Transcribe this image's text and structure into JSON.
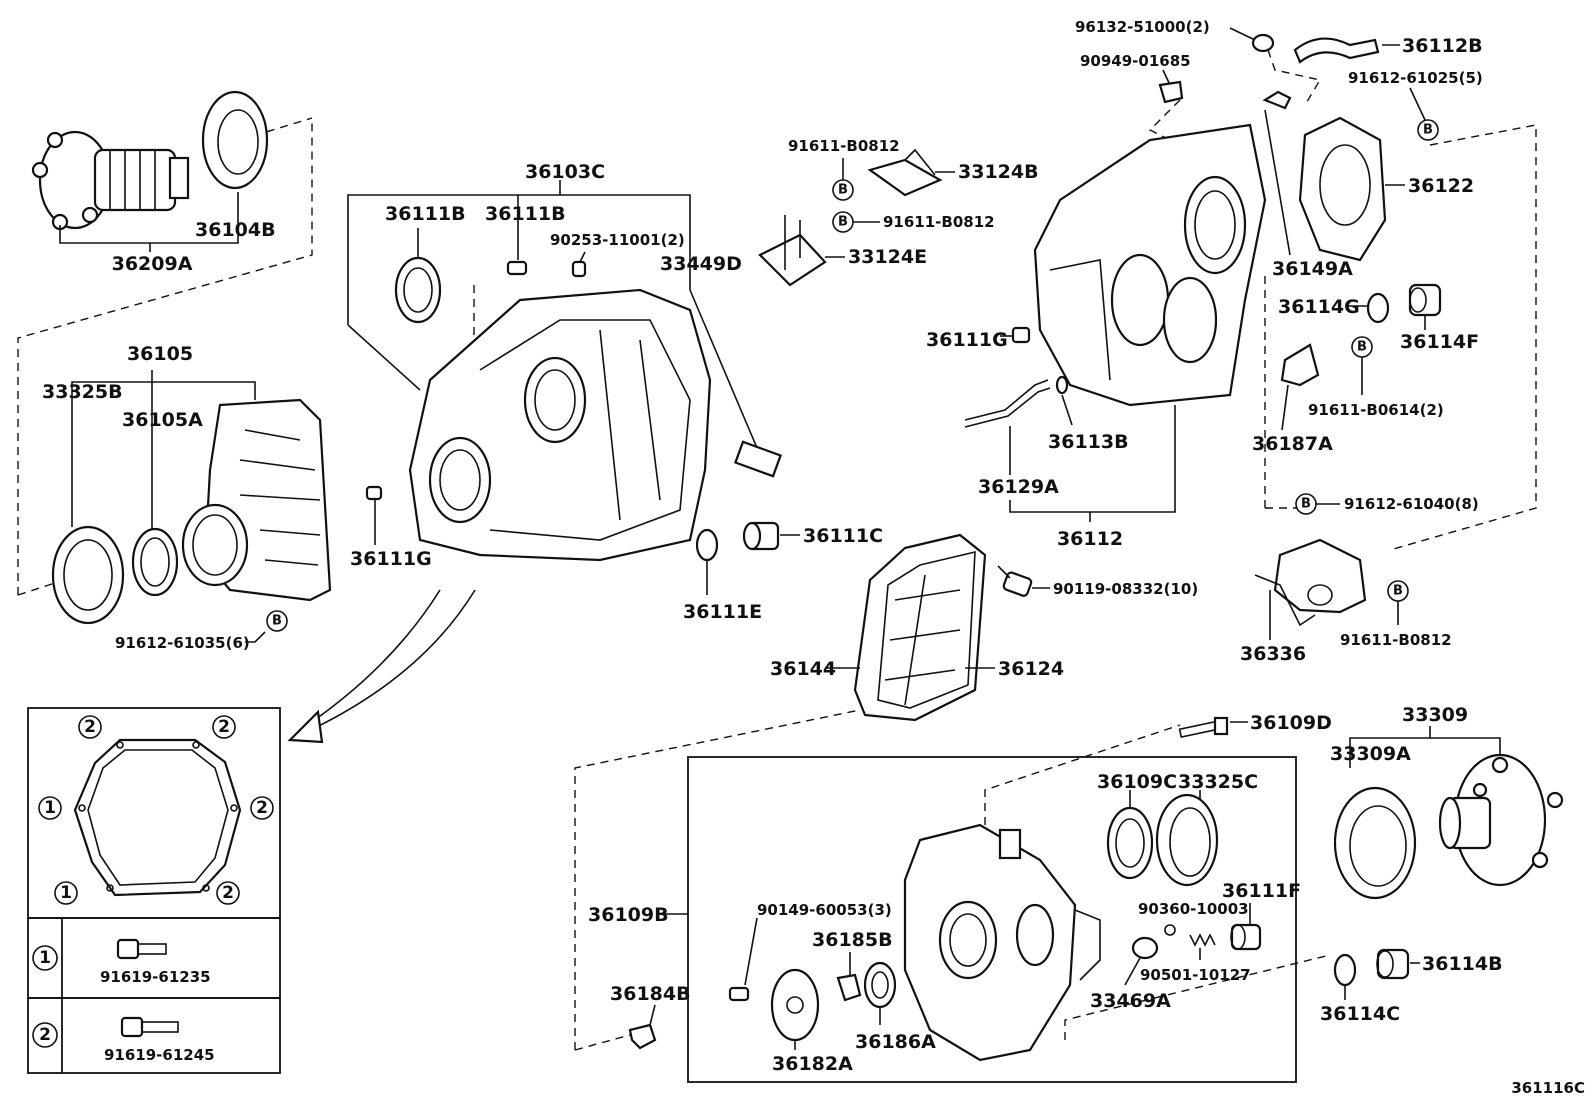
{
  "labels": {
    "p36209A": "36209A",
    "p36104B": "36104B",
    "p36103C": "36103C",
    "p36111B_a": "36111B",
    "p36111B_b": "36111B",
    "p90253": "90253-11001(2)",
    "p33449D": "33449D",
    "p91611_B0812_a": "91611-B0812",
    "p33124B": "33124B",
    "p91611_B0812_b": "91611-B0812",
    "p33124E": "33124E",
    "p96132": "96132-51000(2)",
    "p36112B": "36112B",
    "p90949": "90949-01685",
    "p91612_61025": "91612-61025(5)",
    "p36122": "36122",
    "p36149A": "36149A",
    "p36114G": "36114G",
    "p36114F": "36114F",
    "p36111G_a": "36111G",
    "p91611_B0614": "91611-B0614(2)",
    "p36187A": "36187A",
    "p36113B": "36113B",
    "p36129A": "36129A",
    "p36112": "36112",
    "p91612_61040": "91612-61040(8)",
    "p36105": "36105",
    "p33325B": "33325B",
    "p36105A": "36105A",
    "p36111G_b": "36111G",
    "p91612_61035": "91612-61035(6)",
    "p36111C": "36111C",
    "p36111E": "36111E",
    "p90119": "90119-08332(10)",
    "p36144": "36144",
    "p36124": "36124",
    "p36336": "36336",
    "p91611_B0812_c": "91611-B0812",
    "p36109D": "36109D",
    "p33309": "33309",
    "p33309A": "33309A",
    "p36109C": "36109C",
    "p33325C": "33325C",
    "p36109B": "36109B",
    "p90149": "90149-60053(3)",
    "p36185B": "36185B",
    "p90360": "90360-10003",
    "p36111F": "36111F",
    "p90501": "90501-10127",
    "p33469A": "33469A",
    "p36184B": "36184B",
    "p36182A": "36182A",
    "p36186A": "36186A",
    "p36114B": "36114B",
    "p36114C": "36114C",
    "p91619_61235": "91619-61235",
    "p91619_61245": "91619-61245",
    "figure_id": "361116C"
  },
  "markers": {
    "bolt_symbol": "B",
    "num1": "1",
    "num2": "2"
  }
}
